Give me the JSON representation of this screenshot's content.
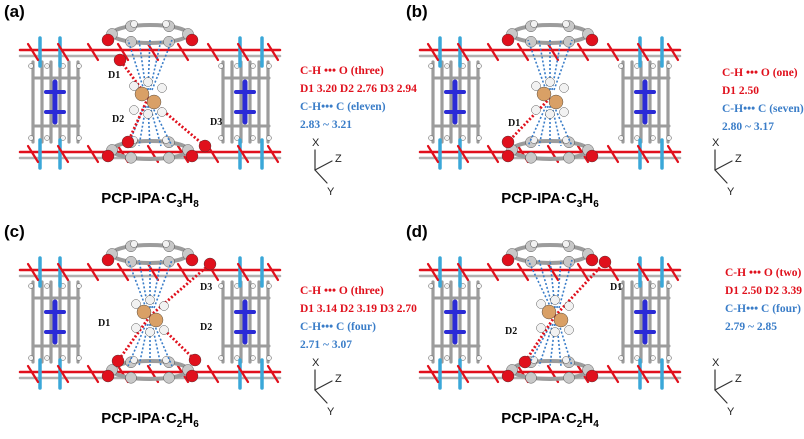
{
  "panels": [
    {
      "label": "(a)",
      "caption_main": "PCP-IPA·C",
      "caption_sub1": "3",
      "caption_mid": "H",
      "caption_sub2": "8",
      "ch_o_title": "C-H ••• O (three)",
      "ch_o_values": "D1 3.20  D2 2.76  D3 2.94",
      "ch_c_title": "C-H••• C (eleven)",
      "ch_c_range": "2.83 ~ 3.21",
      "distance_labels": [
        "D1",
        "D2",
        "D3"
      ]
    },
    {
      "label": "(b)",
      "caption_main": "PCP-IPA·C",
      "caption_sub1": "3",
      "caption_mid": "H",
      "caption_sub2": "6",
      "ch_o_title": "C-H ••• O (one)",
      "ch_o_values": "D1 2.50",
      "ch_c_title": "C-H••• C (seven)",
      "ch_c_range": "2.80 ~ 3.17",
      "distance_labels": [
        "D1"
      ]
    },
    {
      "label": "(c)",
      "caption_main": "PCP-IPA·C",
      "caption_sub1": "2",
      "caption_mid": "H",
      "caption_sub2": "6",
      "ch_o_title": "C-H ••• O (three)",
      "ch_o_values": "D1 3.14  D2 3.19  D3 2.70",
      "ch_c_title": "C-H••• C (four)",
      "ch_c_range": "2.71 ~ 3.07",
      "distance_labels": [
        "D1",
        "D2",
        "D3"
      ]
    },
    {
      "label": "(d)",
      "caption_main": "PCP-IPA·C",
      "caption_sub1": "2",
      "caption_mid": "H",
      "caption_sub2": "4",
      "ch_o_title": "C-H ••• O (two)",
      "ch_o_values": "D1 2.50  D2 3.39",
      "ch_c_title": "C-H••• C (four)",
      "ch_c_range": "2.79 ~ 2.85",
      "distance_labels": [
        "D1",
        "D2"
      ]
    }
  ],
  "axes": {
    "x": "X",
    "y": "Y",
    "z": "Z"
  },
  "colors": {
    "carbon": "#8a8a8a",
    "oxygen": "#e0101c",
    "nitrogen": "#2b2bd6",
    "metal": "#3aa7d8",
    "hydrogen": "#f2f2f2",
    "guest": "#d9a066",
    "ch_o_contact": "#e0101c",
    "ch_c_contact": "#3a7dc8"
  }
}
